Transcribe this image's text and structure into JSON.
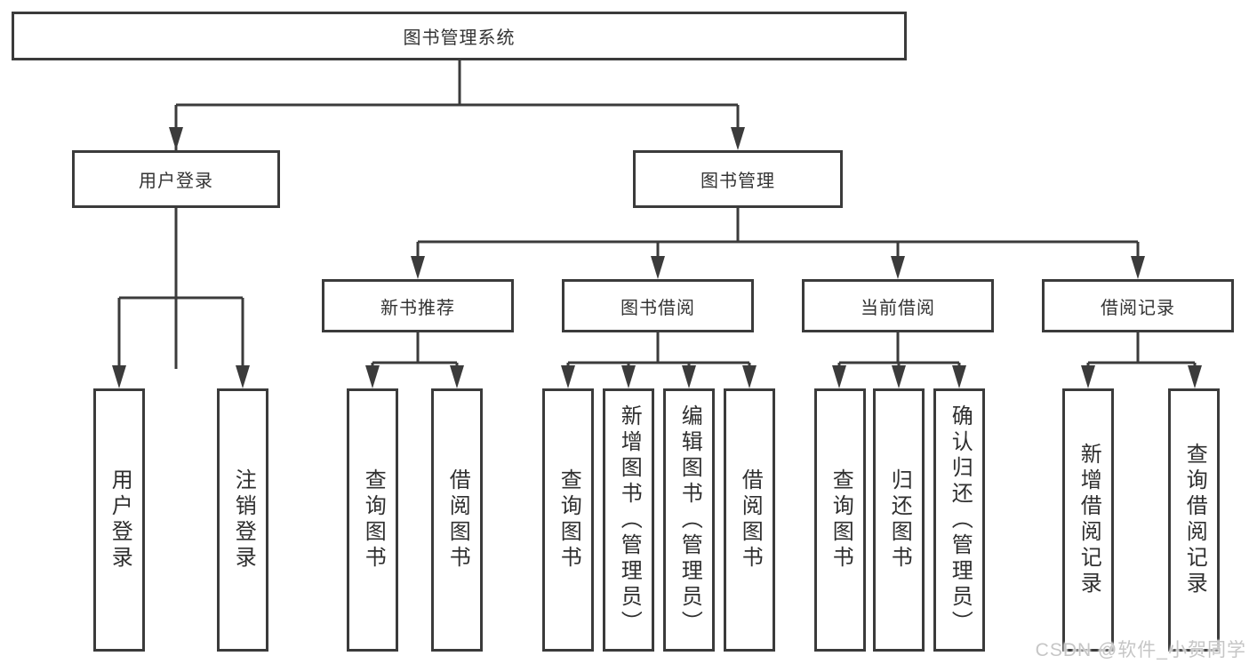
{
  "tree": {
    "root": {
      "label": "图书管理系统"
    },
    "branches": [
      {
        "label": "用户登录",
        "children": [
          {
            "label": "用户登录"
          },
          {
            "label": "注销登录"
          }
        ]
      },
      {
        "label": "图书管理",
        "children": [
          {
            "label": "新书推荐",
            "children": [
              {
                "label": "查询图书"
              },
              {
                "label": "借阅图书"
              }
            ]
          },
          {
            "label": "图书借阅",
            "children": [
              {
                "label": "查询图书"
              },
              {
                "label": "新增图书（管理员）"
              },
              {
                "label": "编辑图书（管理员）"
              },
              {
                "label": "借阅图书"
              }
            ]
          },
          {
            "label": "当前借阅",
            "children": [
              {
                "label": "查询图书"
              },
              {
                "label": "归还图书"
              },
              {
                "label": "确认归还（管理员）"
              }
            ]
          },
          {
            "label": "借阅记录",
            "children": [
              {
                "label": "新增借阅记录"
              },
              {
                "label": "查询借阅记录"
              }
            ]
          }
        ]
      }
    ]
  },
  "colors": {
    "line": "#3b3b3b",
    "text": "#333333",
    "watermark": "#c6c6c6"
  },
  "watermark": {
    "text": "CSDN @软件_小贺同学"
  }
}
